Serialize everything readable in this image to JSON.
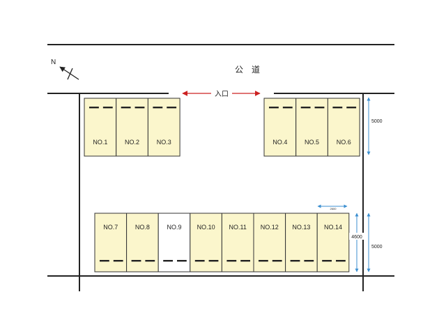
{
  "road_label": "公　道",
  "entrance_label": "入口",
  "north_label": "N",
  "dimensions": {
    "top_depth": "5000",
    "bottom_depth": "5000",
    "space_length": "4600",
    "space_width": "2600"
  },
  "colors": {
    "occupied": "#fbf6cc",
    "vacant": "#ffffff",
    "line": "#222222",
    "entrance_arrow": "#cc2222",
    "dimension_arrow": "#3b8fd0"
  },
  "top_rows": [
    {
      "id": "NO.1",
      "status": "occupied"
    },
    {
      "id": "NO.2",
      "status": "occupied"
    },
    {
      "id": "NO.3",
      "status": "occupied"
    },
    {
      "id": "NO.4",
      "status": "occupied"
    },
    {
      "id": "NO.5",
      "status": "occupied"
    },
    {
      "id": "NO.6",
      "status": "occupied"
    }
  ],
  "bottom_row": [
    {
      "id": "NO.7",
      "status": "occupied"
    },
    {
      "id": "NO.8",
      "status": "occupied"
    },
    {
      "id": "NO.9",
      "status": "vacant"
    },
    {
      "id": "NO.10",
      "status": "occupied"
    },
    {
      "id": "NO.11",
      "status": "occupied"
    },
    {
      "id": "NO.12",
      "status": "occupied"
    },
    {
      "id": "NO.13",
      "status": "occupied"
    },
    {
      "id": "NO.14",
      "status": "occupied"
    }
  ]
}
